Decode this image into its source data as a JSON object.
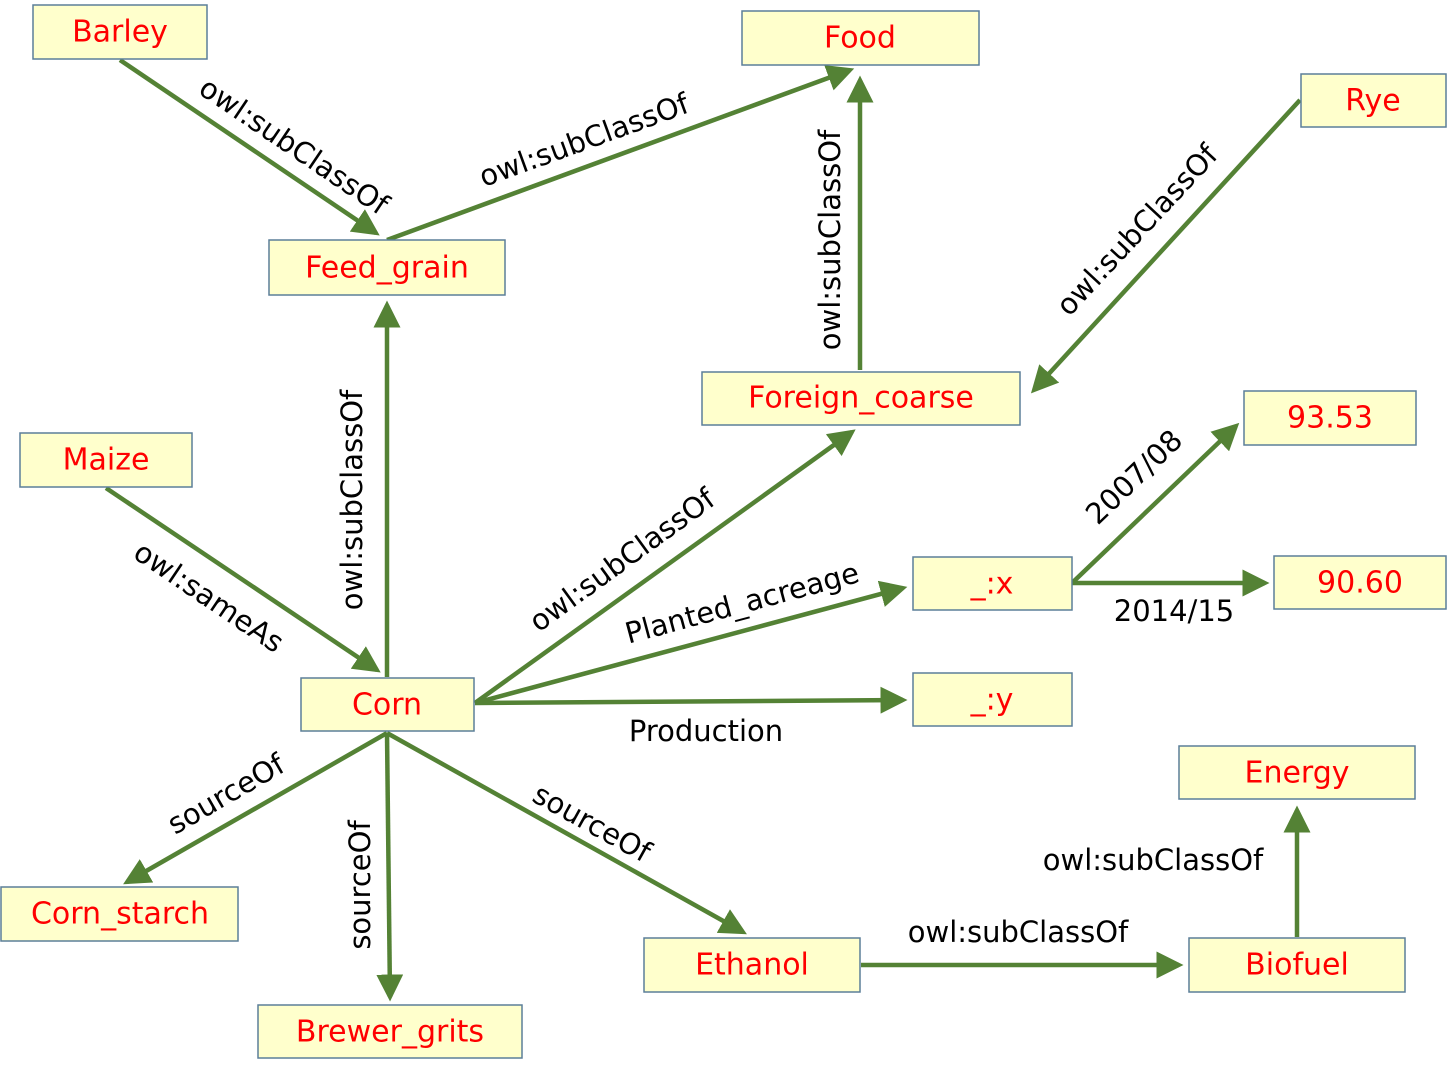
{
  "colors": {
    "node_fill": "#ffffcc",
    "node_border": "#5b7f99",
    "node_text": "#ff0000",
    "edge": "#548235",
    "edge_label": "#000000"
  },
  "nodes": {
    "barley": "Barley",
    "food": "Food",
    "rye": "Rye",
    "feed_grain": "Feed_grain",
    "foreign_coarse": "Foreign_coarse",
    "maize": "Maize",
    "val_2007": "93.53",
    "x": "_:x",
    "val_2014": "90.60",
    "corn": "Corn",
    "y": "_:y",
    "energy": "Energy",
    "corn_starch": "Corn_starch",
    "ethanol": "Ethanol",
    "biofuel": "Biofuel",
    "brewer_grits": "Brewer_grits"
  },
  "edges": {
    "barley_feed": "owl:subClassOf",
    "feed_food": "owl:subClassOf",
    "foreign_food": "owl:subClassOf",
    "rye_foreign": "owl:subClassOf",
    "corn_feed": "owl:subClassOf",
    "maize_corn": "owl:sameAs",
    "corn_foreign": "owl:subClassOf",
    "corn_x": "Planted_acreage",
    "x_2007": "2007/08",
    "x_2014": "2014/15",
    "corn_y": "Production",
    "corn_starch": "sourceOf",
    "corn_grits": "sourceOf",
    "corn_ethanol": "sourceOf",
    "ethanol_biofuel": "owl:subClassOf",
    "biofuel_energy": "owl:subClassOf"
  }
}
